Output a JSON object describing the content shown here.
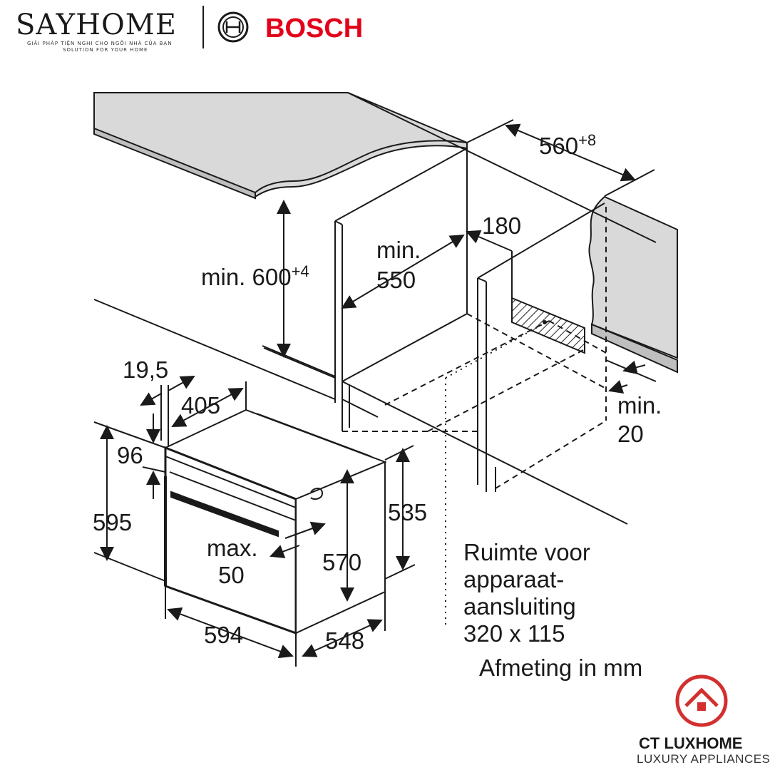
{
  "header": {
    "brand_left": "SAYHOME",
    "brand_left_tagline_1": "GIẢI PHÁP TIỆN NGHI CHO NGÔI NHÀ CỦA BẠN",
    "brand_left_tagline_2": "SOLUTION FOR YOUR HOME",
    "brand_right": "BOSCH",
    "bosch_logo_icon": "bosch-armature-icon",
    "bosch_color": "#e2001a"
  },
  "dimensions": {
    "cabinet_width": "560",
    "cabinet_width_tol": "+8",
    "niche_height": "min. 600",
    "niche_height_tol": "+4",
    "depth_label_1": "min.",
    "depth_label_2": "550",
    "vent": "180",
    "gap_label_1": "min.",
    "gap_label_2": "20",
    "front_offset": "19,5",
    "top_depth": "405",
    "panel_height": "96",
    "total_height": "595",
    "max_label_1": "max.",
    "max_label_2": "50",
    "body_height": "570",
    "side_height": "535",
    "width": "594",
    "depth": "548"
  },
  "notes": {
    "line_1": "Ruimte voor",
    "line_2": "apparaat-",
    "line_3": "aansluiting",
    "line_4": "320 x 115",
    "unit": "Afmeting in mm"
  },
  "footer": {
    "brand": "CT LUXHOME",
    "tagline": "LUXURY APPLIANCES",
    "logo_icon": "house-circle-icon",
    "logo_color": "#d32f2f"
  }
}
